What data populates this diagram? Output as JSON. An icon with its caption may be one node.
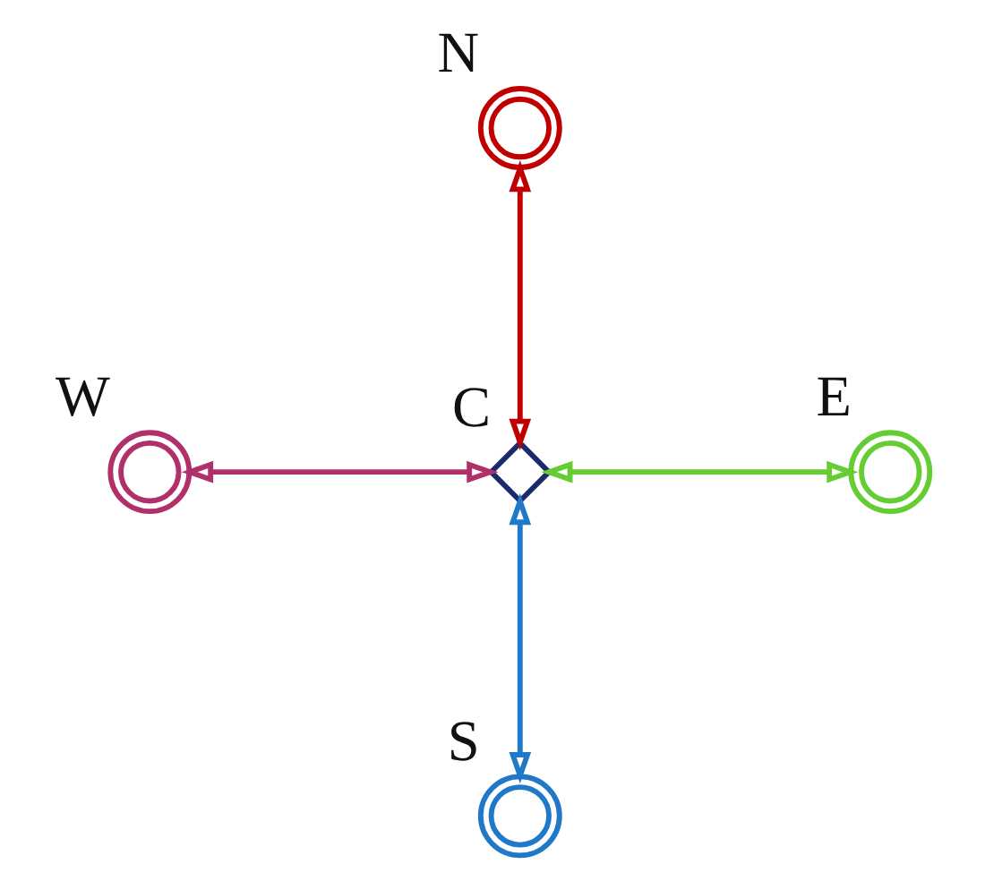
{
  "diagram": {
    "nodes": [
      {
        "text": [
          "N"
        ]
      },
      {
        "text": [
          "W"
        ]
      },
      {
        "text": [
          "C"
        ]
      },
      {
        "text": [
          "E"
        ]
      },
      {
        "text": [
          "S"
        ]
      }
    ],
    "edges": [
      {
        "from": 2,
        "to": 0,
        "arrow": "both",
        "color": "#c00000"
      },
      {
        "from": 2,
        "to": 1,
        "arrow": "both",
        "color": "#b0306a"
      },
      {
        "from": 2,
        "to": 3,
        "arrow": "both",
        "color": "#66cc33"
      },
      {
        "from": 2,
        "to": 4,
        "arrow": "both",
        "color": "#1f78c8"
      }
    ]
  }
}
